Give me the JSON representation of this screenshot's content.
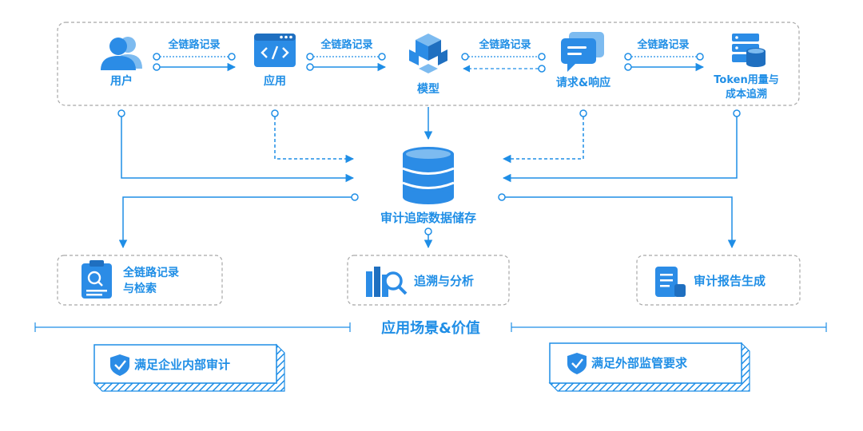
{
  "top_nodes": [
    {
      "label": "用户",
      "icon": "user-group-icon"
    },
    {
      "label": "应用",
      "icon": "code-window-icon"
    },
    {
      "label": "模型",
      "icon": "model-cubes-icon"
    },
    {
      "label": "请求&响应",
      "icon": "chat-bubbles-icon"
    },
    {
      "label_line1": "Token用量与",
      "label_line2": "成本追溯",
      "icon": "stack-coins-icon"
    }
  ],
  "link_label": "全链路记录",
  "center": {
    "label": "审计追踪数据储存",
    "icon": "database-icon"
  },
  "bottom_nodes": [
    {
      "label_line1": "全链路记录",
      "label_line2": "与检索",
      "icon": "clipboard-search-icon"
    },
    {
      "label": "追溯与分析",
      "icon": "books-magnifier-icon"
    },
    {
      "label": "审计报告生成",
      "icon": "report-scroll-icon"
    }
  ],
  "scenario": {
    "label": "应用场景&价值"
  },
  "value_badges": [
    {
      "label": "满足企业内部审计",
      "icon": "shield-check-icon"
    },
    {
      "label": "满足外部监管要求",
      "icon": "shield-check-icon"
    }
  ],
  "colors": {
    "primary": "#1f8ee6",
    "dashed_border": "#a8a8a8",
    "icon_blue": "#2b8ce6"
  }
}
